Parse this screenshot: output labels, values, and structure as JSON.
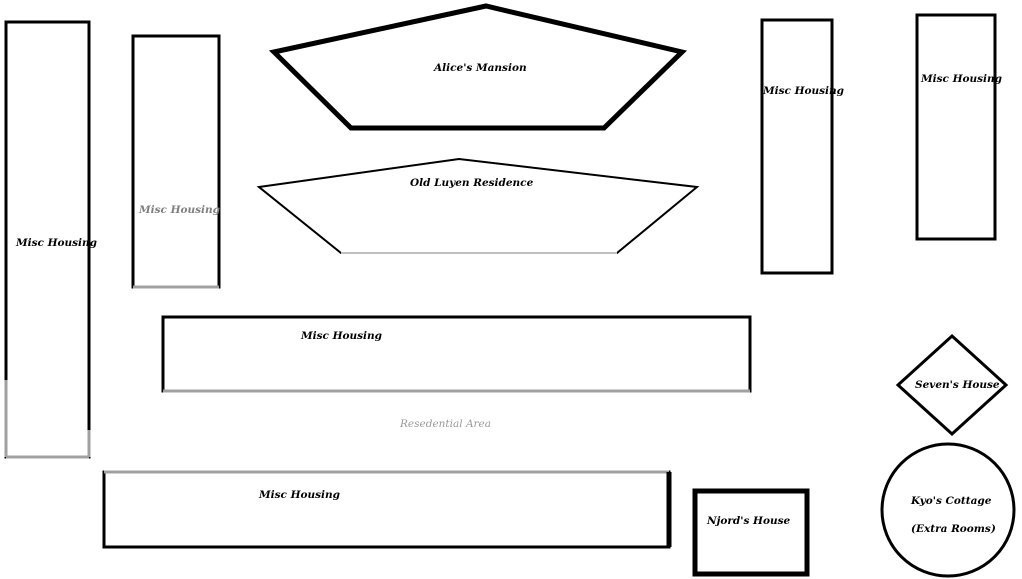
{
  "map": {
    "buildings": {
      "misc_housing_tall_left": {
        "label": "Misc Housing"
      },
      "misc_housing_left_2": {
        "label": "Misc Housing"
      },
      "alices_mansion": {
        "label": "Alice's Mansion"
      },
      "old_luyen_residence": {
        "label": "Old Luyen Residence"
      },
      "misc_housing_right_1": {
        "label": "Misc Housing"
      },
      "misc_housing_right_2": {
        "label": "Misc Housing"
      },
      "misc_housing_middle_wide": {
        "label": "Misc Housing"
      },
      "sevens_house": {
        "label": "Seven's House"
      },
      "misc_housing_bottom_wide": {
        "label": "Misc Housing"
      },
      "njords_house": {
        "label": "Njord's House"
      },
      "kyos_cottage": {
        "label": "Kyo's Cottage",
        "note": "(Extra Rooms)"
      }
    },
    "area_label": "Resedential Area",
    "colors": {
      "outline": "#000000",
      "faded_outline": "#a0a0a0",
      "background": "#ffffff"
    }
  }
}
